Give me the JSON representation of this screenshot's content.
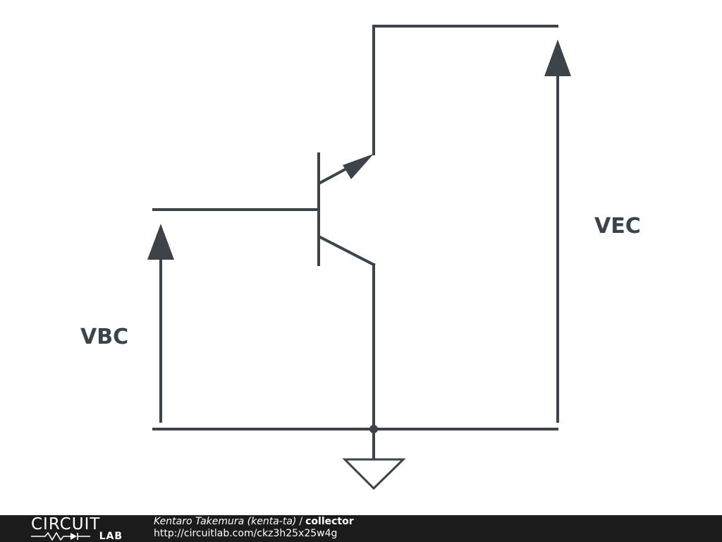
{
  "labels": {
    "vbc": "VBC",
    "vec": "VEC"
  },
  "footer": {
    "logo_top": "CIRCUIT",
    "logo_bottom": "LAB",
    "author": "Kentaro Takemura (kenta-ta)",
    "separator": "/",
    "project": "collector",
    "url": "http://circuitlab.com/ckz3h25x25w4g"
  },
  "colors": {
    "ink": "#3c4449",
    "footer_bg": "#1b1b1b"
  },
  "icons": {
    "logo_mark": "resistor-diode-icon"
  }
}
